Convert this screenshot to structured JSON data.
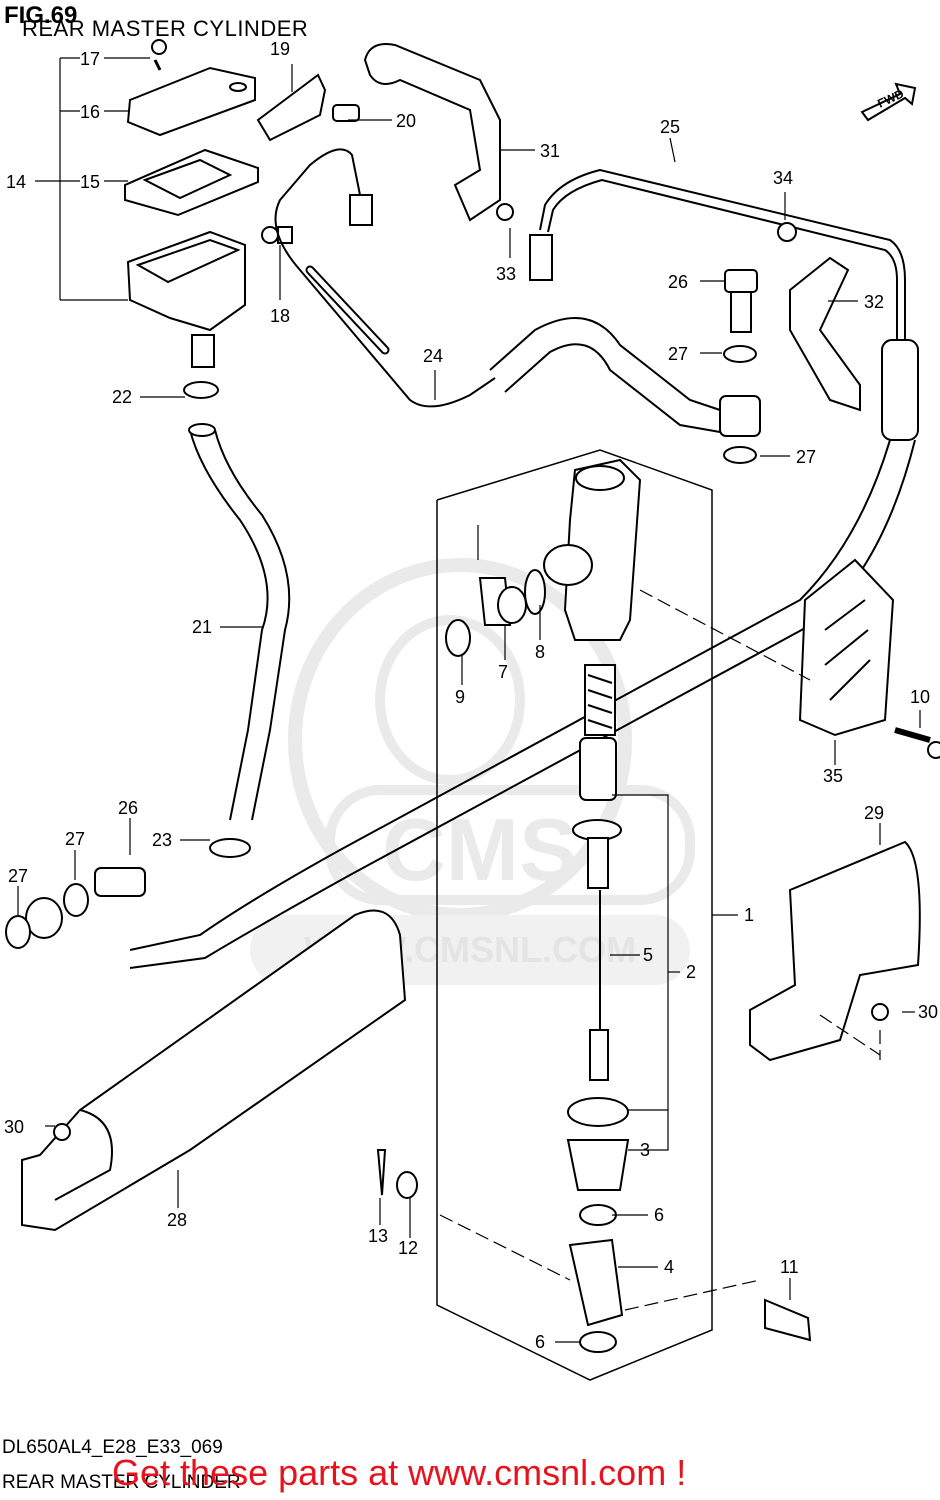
{
  "header": {
    "figure": "FIG.69",
    "subtitle": "REAR MASTER CYLINDER"
  },
  "footer": {
    "model_code": "DL650AL4_E28_E33_069",
    "caption": "REAR MASTER CYLINDER",
    "promo": "Get these parts at www.cmsnl.com !"
  },
  "watermark": {
    "text": "WWW.CMSNL.COM",
    "logo": "CMS"
  },
  "fwd_arrow": "FWD",
  "callouts": {
    "c1": "1",
    "c2": "2",
    "c3": "3",
    "c4": "4",
    "c5": "5",
    "c6a": "6",
    "c6b": "6",
    "c7": "7",
    "c8": "8",
    "c9": "9",
    "c10": "10",
    "c11": "11",
    "c12": "12",
    "c13": "13",
    "c14": "14",
    "c15": "15",
    "c16": "16",
    "c17": "17",
    "c18": "18",
    "c19": "19",
    "c20": "20",
    "c21": "21",
    "c22": "22",
    "c23": "23",
    "c24": "24",
    "c25": "25",
    "c26a": "26",
    "c26b": "26",
    "c27a": "27",
    "c27b": "27",
    "c27c": "27",
    "c27d": "27",
    "c28": "28",
    "c29": "29",
    "c30a": "30",
    "c30b": "30",
    "c31": "31",
    "c32": "32",
    "c33": "33",
    "c34": "34",
    "c35": "35"
  },
  "colors": {
    "line": "#000000",
    "watermark": "#d9d9d9",
    "promo": "#e8121c"
  }
}
